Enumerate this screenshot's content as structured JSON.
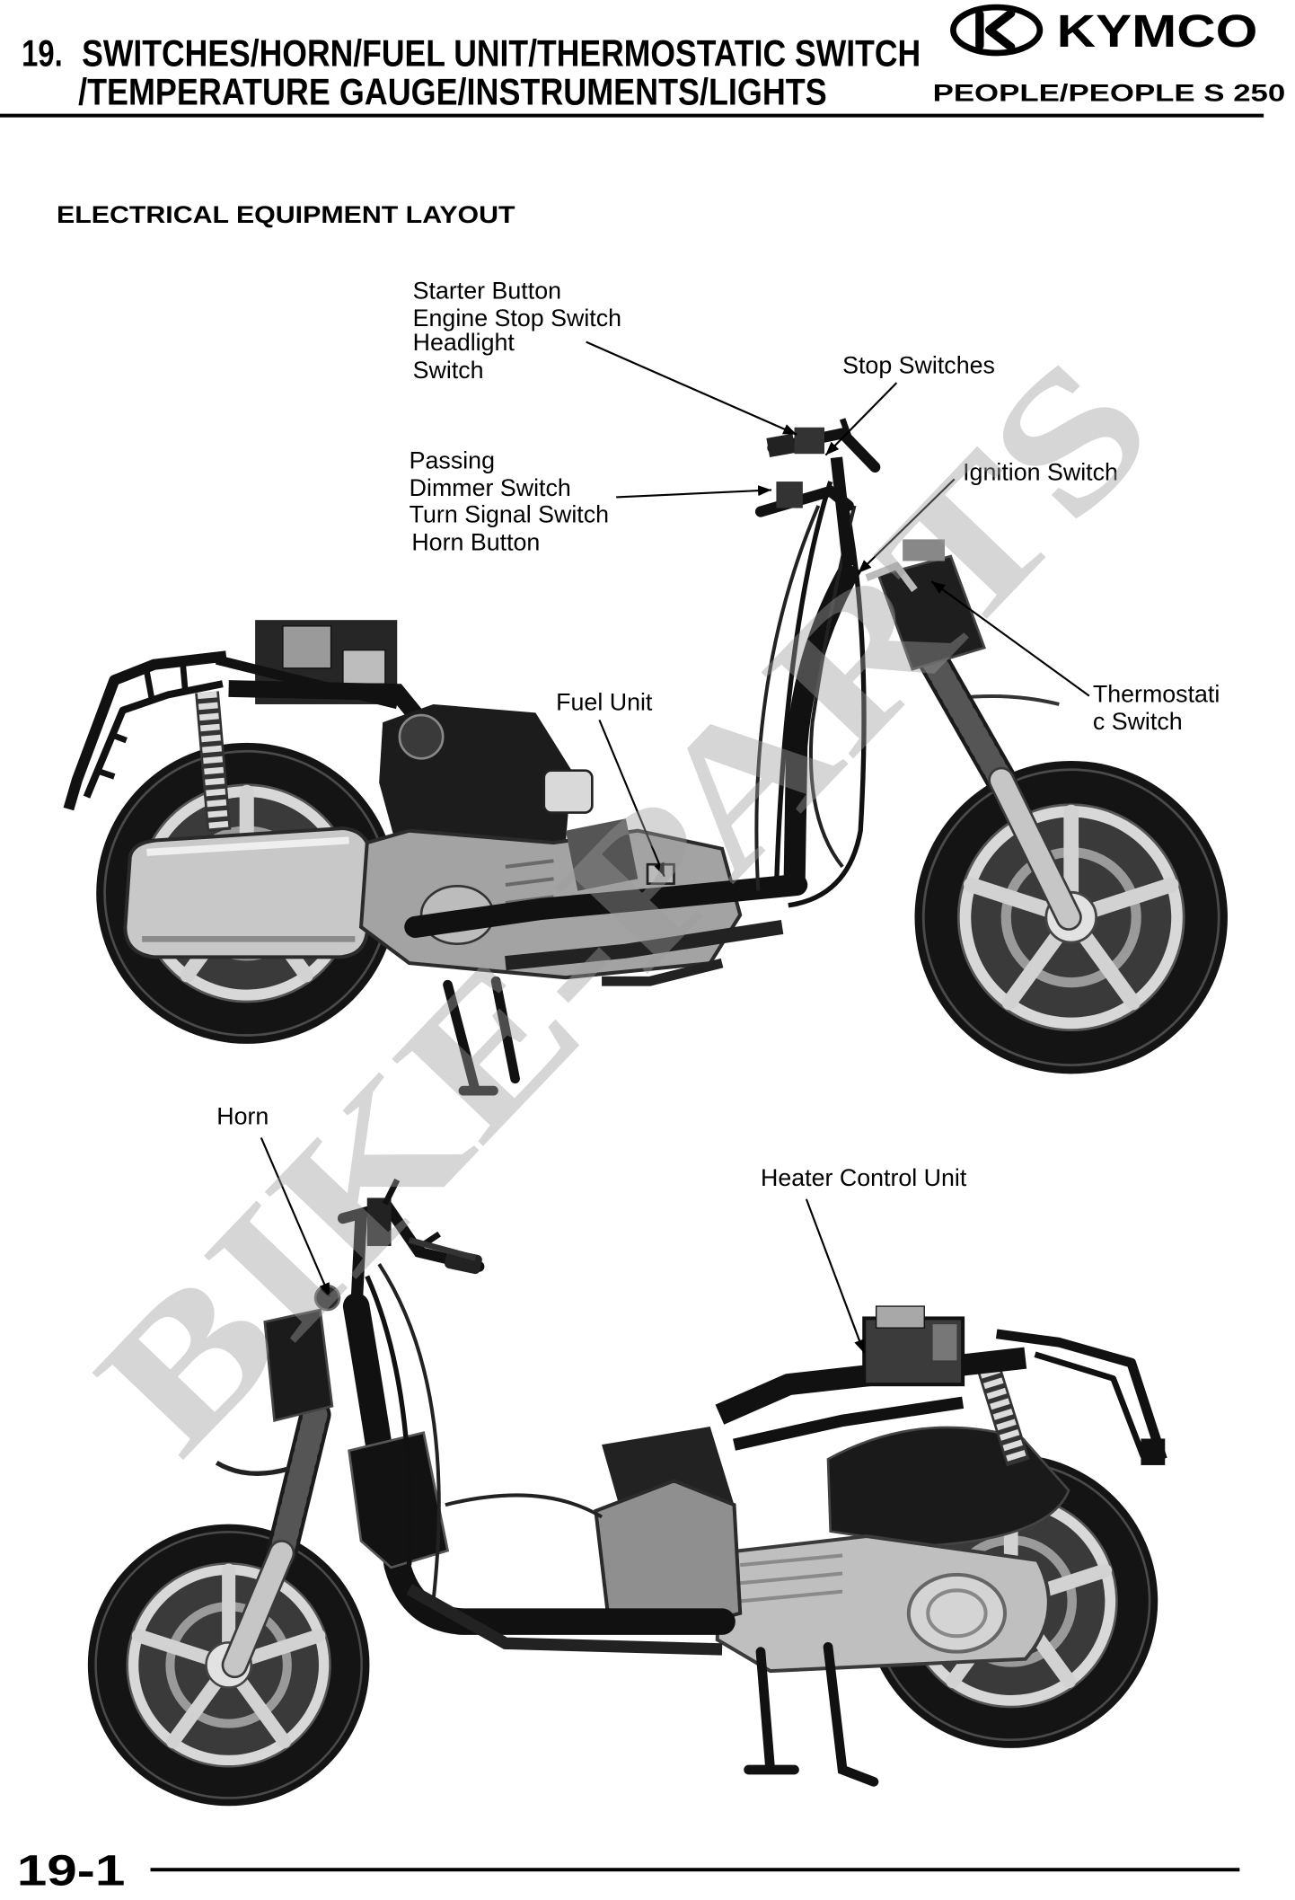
{
  "header": {
    "chapter_number": "19.",
    "title_line1": "SWITCHES/HORN/FUEL UNIT/THERMOSTATIC SWITCH",
    "title_line2": "/TEMPERATURE GAUGE/INSTRUMENTS/LIGHTS",
    "brand": "KYMCO",
    "brand_logo_icon": "kymco-logo-icon",
    "model": "PEOPLE/PEOPLE S 250"
  },
  "section_title": "ELECTRICAL EQUIPMENT LAYOUT",
  "callouts": {
    "right_handlebar_switches": [
      "Starter Button",
      "Engine Stop Switch",
      "Headlight",
      "Switch"
    ],
    "stop_switches": "Stop Switches",
    "left_handlebar_switches": [
      "Passing",
      "Dimmer Switch",
      "Turn Signal Switch",
      "Horn Button"
    ],
    "ignition_switch": "Ignition Switch",
    "fuel_unit": "Fuel Unit",
    "thermostatic_switch": [
      "Thermostati",
      "c Switch"
    ],
    "horn": "Horn",
    "heater_control_unit": "Heater Control Unit"
  },
  "watermark": "BIKE-PARTS",
  "footer": {
    "page_number": "19-1"
  },
  "colors": {
    "text": "#000000",
    "watermark": "#9e9e9e",
    "metal": "#c4c4c4",
    "frame": "#111111"
  }
}
